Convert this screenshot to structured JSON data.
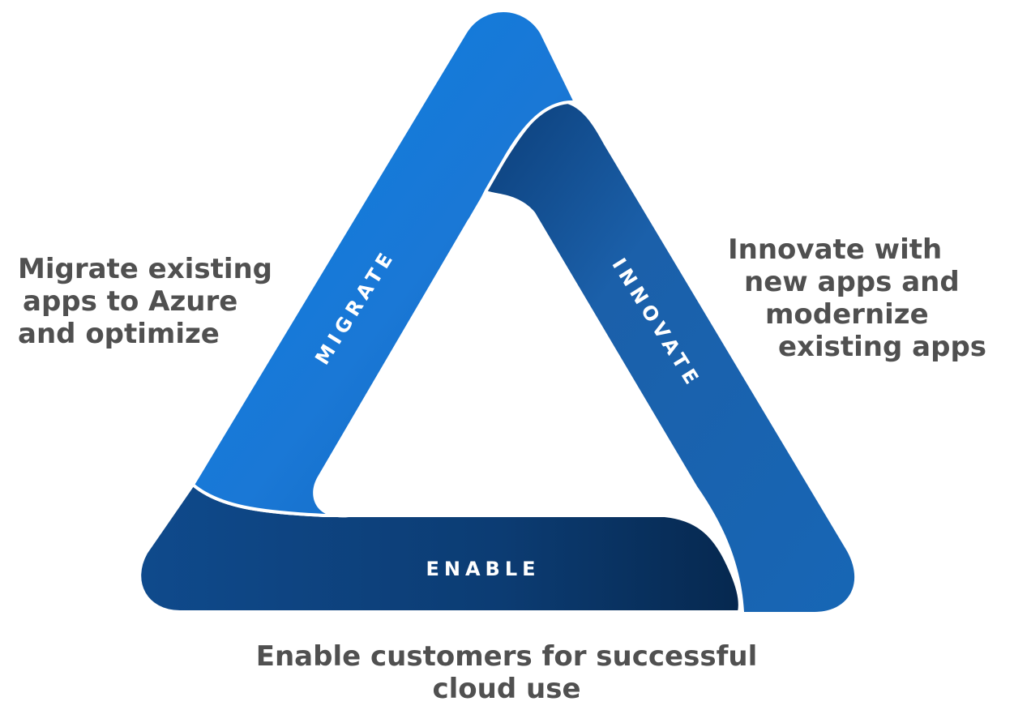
{
  "diagram": {
    "bands": {
      "migrate": {
        "label": "MIGRATE",
        "color": "#1a78d6"
      },
      "innovate": {
        "label": "INNOVATE",
        "color": "#1e5fa8"
      },
      "enable": {
        "label": "ENABLE",
        "color": "#0c3f78"
      }
    },
    "descriptions": {
      "migrate": [
        "Migrate existing",
        "apps to Azure",
        "and optimize"
      ],
      "innovate": [
        "Innovate with",
        "new apps and",
        "modernize",
        "existing apps"
      ],
      "enable": [
        "Enable customers for successful",
        "cloud use"
      ]
    },
    "text_color": "#505050"
  }
}
